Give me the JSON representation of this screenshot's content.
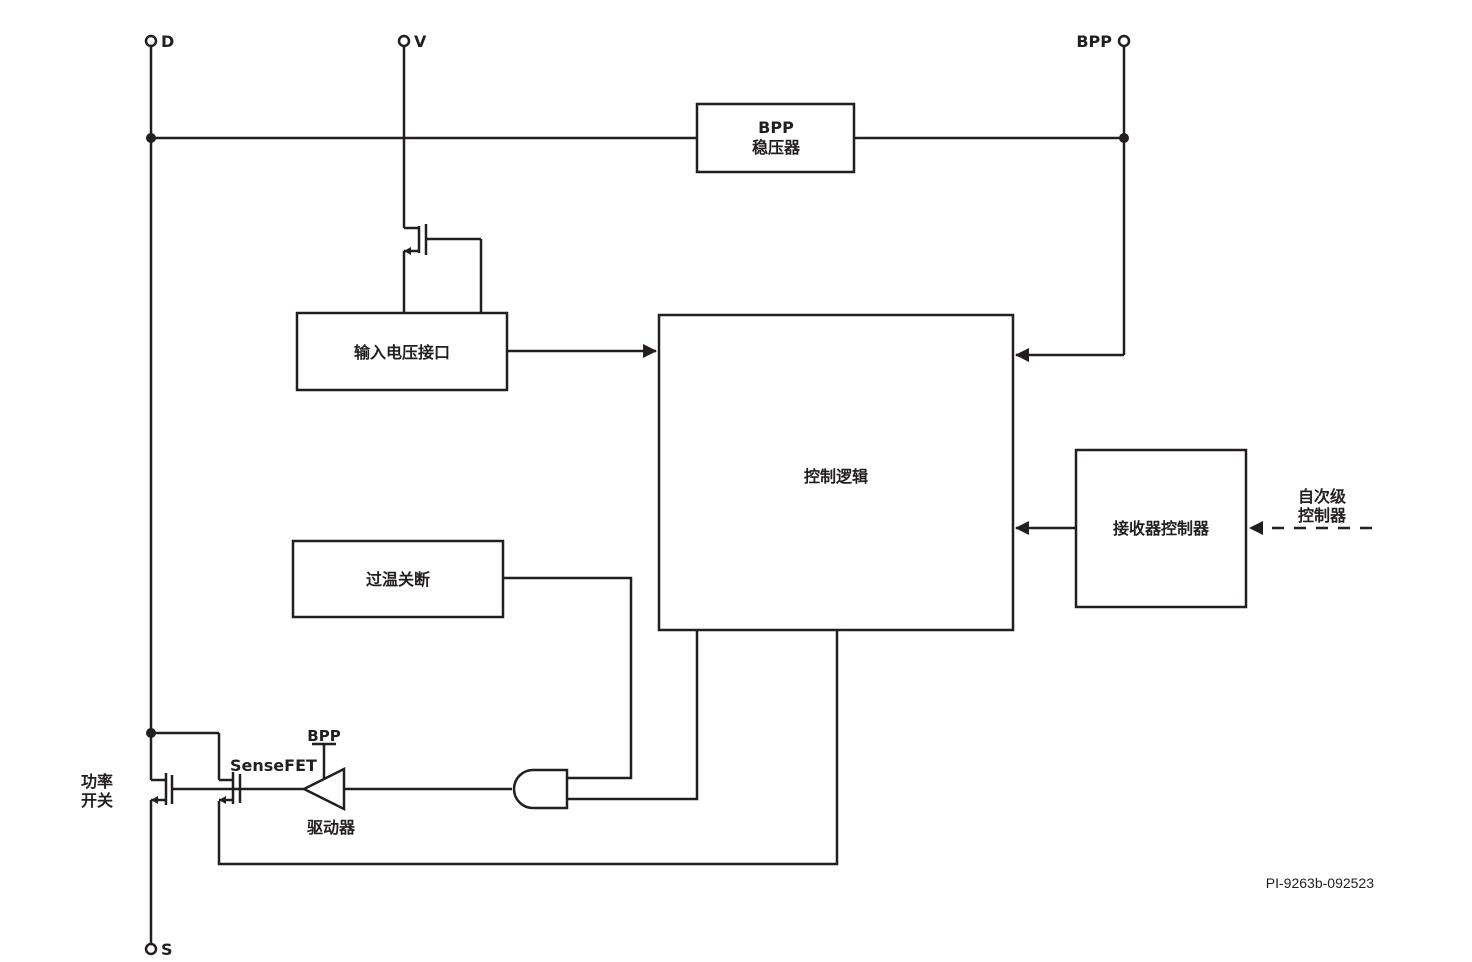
{
  "pins": {
    "drain": "D",
    "v": "V",
    "bpp": "BPP",
    "source": "S"
  },
  "blocks": {
    "bpp_regulator": {
      "line1": "BPP",
      "line2": "稳压器"
    },
    "input_voltage_interface": "输入电压接口",
    "control_logic": "控制逻辑",
    "thermal_shutdown": "过温关断",
    "receiver_controller": "接收器控制器"
  },
  "labels": {
    "secondary_controller": {
      "line1": "自次级",
      "line2": "控制器"
    },
    "power_switch": {
      "line1": "功率",
      "line2": "开关"
    },
    "sensefet": "SenseFET",
    "driver": "驱动器",
    "driver_supply": "BPP"
  },
  "figure_id": "PI-9263b-092523",
  "colors": {
    "ink": "#231f20",
    "background": "#ffffff"
  }
}
